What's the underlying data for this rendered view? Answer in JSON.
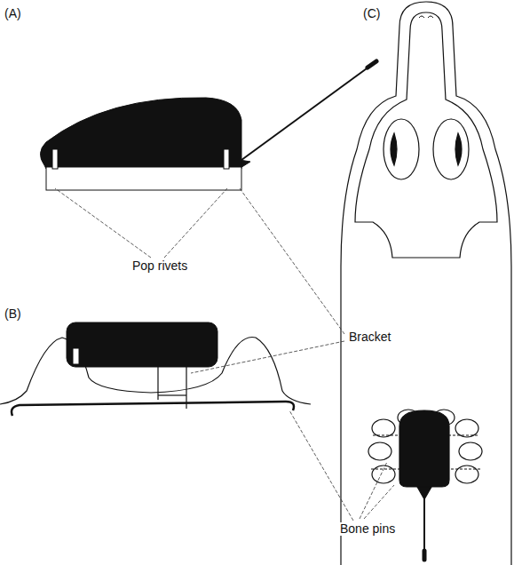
{
  "diagram": {
    "labels": [
      "(A)",
      "Pop rivets",
      "Bracket",
      "(B)",
      "(C)",
      "Bone pins"
    ]
  }
}
